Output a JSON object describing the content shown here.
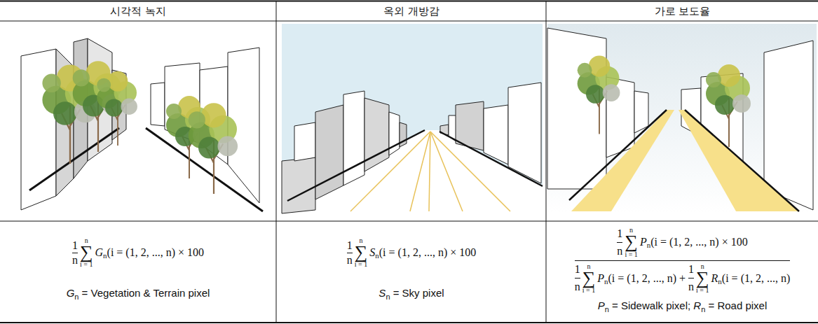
{
  "diagram": {
    "labels": [
      "시각적 녹지",
      "옥외 개방감",
      "가로 보도율",
      "1",
      "n",
      "n",
      "∑",
      "i = 1",
      "G",
      "n",
      "(i = (1, 2, ..., n) × 100",
      "G",
      "n",
      " = Vegetation & Terrain pixel",
      "1",
      "n",
      "n",
      "∑",
      "i = 1",
      "S",
      "n",
      "(i = (1, 2, ..., n) × 100",
      "S",
      "n",
      " = Sky pixel",
      "1",
      "n",
      "n",
      "∑",
      "i = 1",
      "P",
      "n",
      "(i = (1, 2, ..., n) × 100",
      "1",
      "n",
      "n",
      "∑",
      "i = 1",
      "P",
      "n",
      "(i = (1, 2, ..., n)",
      "+",
      "1",
      "n",
      "n",
      "∑",
      "i = 1",
      "R",
      "n",
      "(i = (1, 2, ..., n)",
      "P",
      "n",
      " = Sidewalk pixel; ",
      "R",
      "n",
      " = Road pixel"
    ]
  }
}
